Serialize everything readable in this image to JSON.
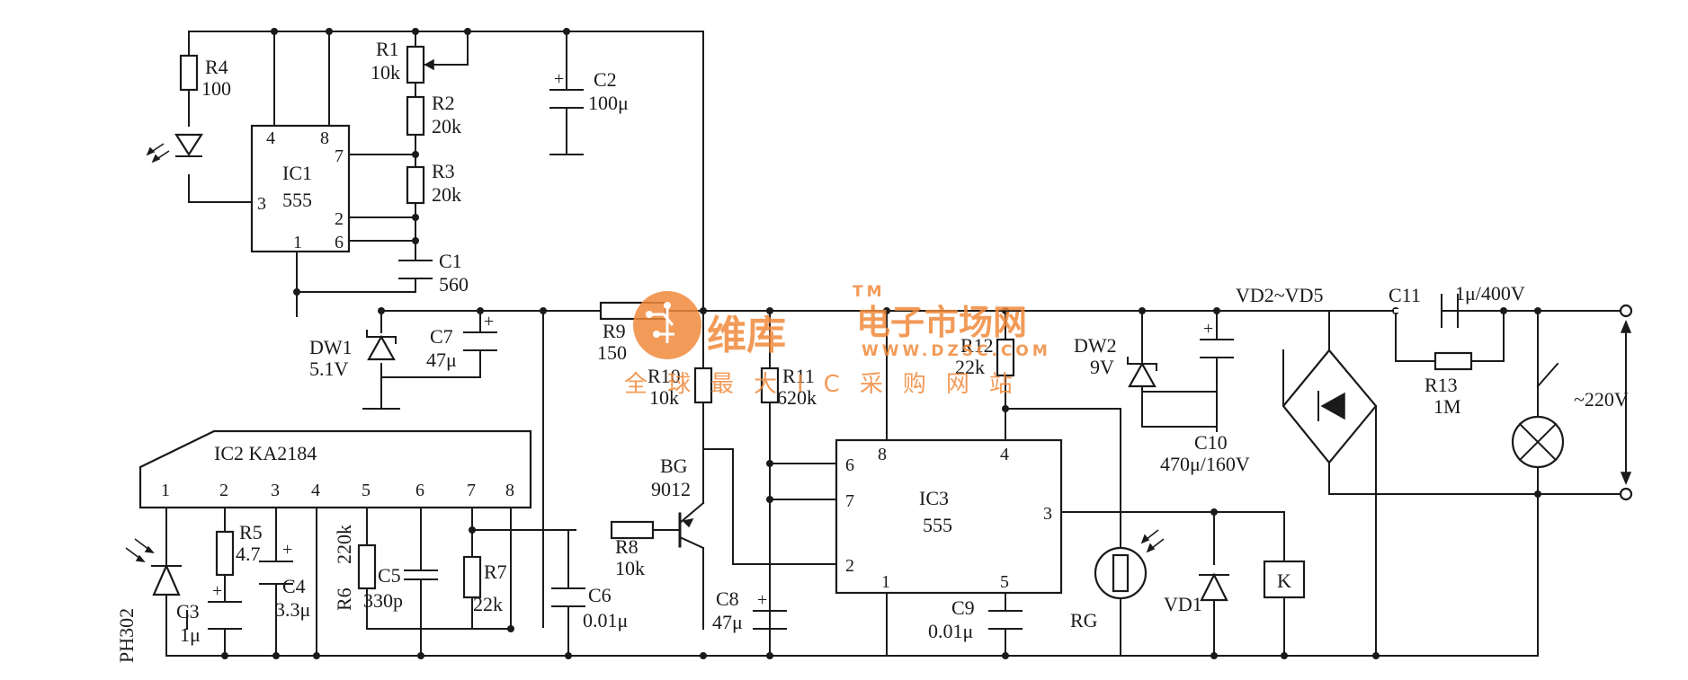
{
  "labels": {
    "r4": "R4",
    "r4_val": "100",
    "r1": "R1",
    "r1_val": "10k",
    "r2": "R2",
    "r2_val": "20k",
    "r3": "R3",
    "r3_val": "20k",
    "c1": "C1",
    "c1_val": "560",
    "c2": "C2",
    "c2_val": "100μ",
    "ic1": "IC1",
    "ic1_type": "555",
    "dw1": "DW1",
    "dw1_val": "5.1V",
    "c7": "C7",
    "c7_val": "47μ",
    "r9": "R9",
    "r9_val": "150",
    "r10": "R10",
    "r10_val": "10k",
    "r11": "R11",
    "r11_val": "620k",
    "r12": "R12",
    "r12_val": "22k",
    "dw2": "DW2",
    "dw2_val": "9V",
    "c10": "C10",
    "c10_val": "470μ/160V",
    "vd2_5": "VD2~VD5",
    "c11": "C11",
    "c11_val": "1μ/400V",
    "r13": "R13",
    "r13_val": "1M",
    "mains": "~220V",
    "ic2": "IC2 KA2184",
    "ph302": "PH302",
    "c3": "C3",
    "c3_val": "1μ",
    "r5": "R5",
    "r5_val": "4.7",
    "c4": "C4",
    "c4_val": "3.3μ",
    "r6": "R6",
    "r6_val": "220k",
    "c5": "C5",
    "c5_val": "330p",
    "r7": "R7",
    "r7_val": "22k",
    "c6": "C6",
    "c6_val": "0.01μ",
    "r8": "R8",
    "r8_val": "10k",
    "bg": "BG",
    "bg_type": "9012",
    "c8": "C8",
    "c8_val": "47μ",
    "ic3": "IC3",
    "ic3_type": "555",
    "c9": "C9",
    "c9_val": "0.01μ",
    "rg": "RG",
    "vd1": "VD1",
    "relay": "K"
  },
  "pins": {
    "ic1": {
      "p4": "4",
      "p8": "8",
      "p7": "7",
      "p3": "3",
      "p2": "2",
      "p6": "6",
      "p1": "1"
    },
    "ic2": {
      "p1": "1",
      "p2": "2",
      "p3": "3",
      "p4": "4",
      "p5": "5",
      "p6": "6",
      "p7": "7",
      "p8": "8"
    },
    "ic3": {
      "p8": "8",
      "p4": "4",
      "p6": "6",
      "p7": "7",
      "p3": "3",
      "p2": "2",
      "p1": "1",
      "p5": "5"
    }
  },
  "watermark": {
    "brand": "维库",
    "tm": "TM",
    "title": "电子市场网",
    "url": "WWW.DZSC.COM",
    "slogan": "全球最大IC采购网站"
  },
  "colors": {
    "ink": "#1a1a1a",
    "watermark": "#f08a3c"
  }
}
